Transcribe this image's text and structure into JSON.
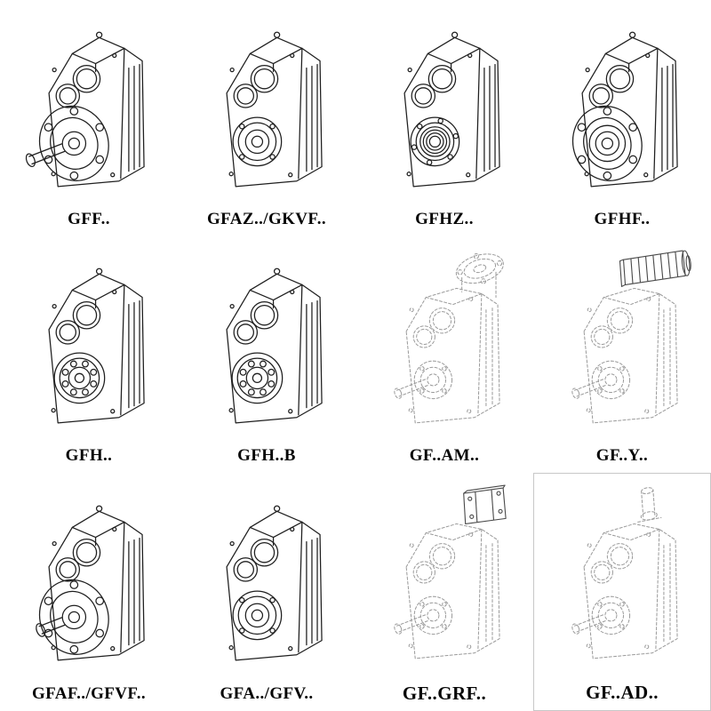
{
  "style": {
    "background": "#ffffff",
    "line_color": "#1f1f1f",
    "dashed_line_color": "#9a9a9a",
    "attachment_line_color": "#4a4a4a",
    "label_color": "#050505",
    "frame_color": "#c8c8c8"
  },
  "grid": {
    "rows": 3,
    "cols": 4,
    "cells": [
      {
        "label": "GFF..",
        "variant": "flange-shaft",
        "dashed": false,
        "framed": false
      },
      {
        "label": "GFAZ../GKVF..",
        "variant": "hollow",
        "dashed": false,
        "framed": false
      },
      {
        "label": "GFHZ..",
        "variant": "hollow-deep",
        "dashed": false,
        "framed": false
      },
      {
        "label": "GFHF..",
        "variant": "flange-bore",
        "dashed": false,
        "framed": false
      },
      {
        "label": "GFH..",
        "variant": "bearing",
        "dashed": false,
        "framed": false
      },
      {
        "label": "GFH..B",
        "variant": "bearing",
        "dashed": false,
        "framed": false
      },
      {
        "label": "GF..AM..",
        "variant": "iec-adapter",
        "dashed": true,
        "framed": false
      },
      {
        "label": "GF..Y..",
        "variant": "motor",
        "dashed": true,
        "framed": false
      },
      {
        "label": "GFAF../GFVF..",
        "variant": "flange-short-shaft",
        "dashed": false,
        "framed": false
      },
      {
        "label": "GFA../GFV..",
        "variant": "hollow",
        "dashed": false,
        "framed": false
      },
      {
        "label": "GF..GRF..",
        "variant": "adapter-block",
        "dashed": true,
        "framed": false
      },
      {
        "label": "GF..AD..",
        "variant": "input-shaft",
        "dashed": true,
        "framed": true
      }
    ]
  }
}
